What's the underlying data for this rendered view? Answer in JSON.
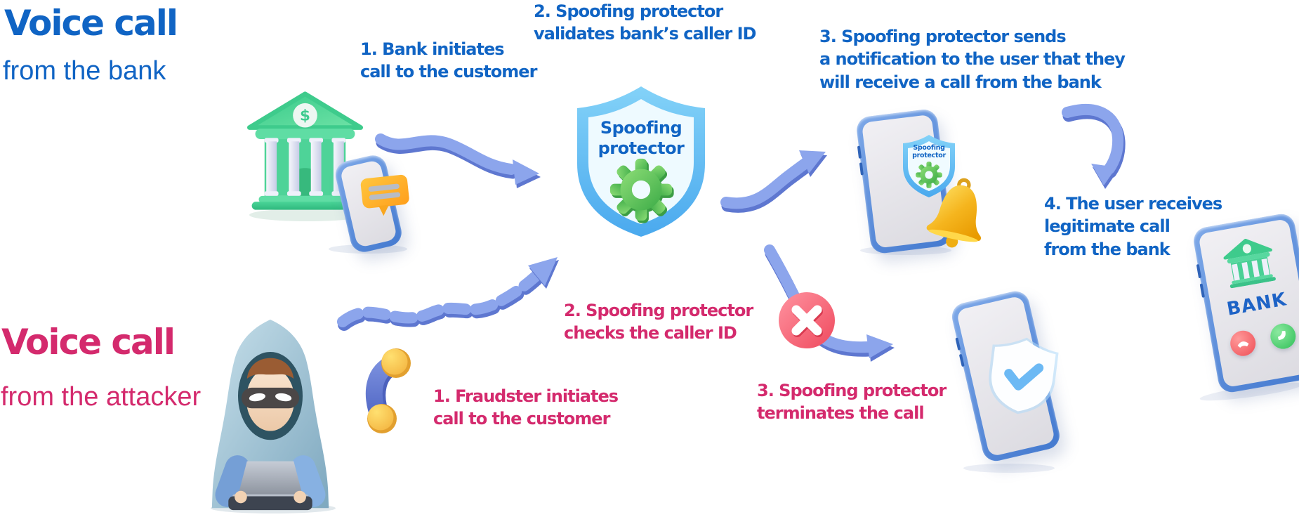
{
  "bank_flow": {
    "heading": "Voice call",
    "subheading": "from the bank",
    "steps": [
      "1. Bank initiates\ncall to the customer",
      "2. Spoofing protector\nvalidates bank’s caller ID",
      "3. Spoofing protector sends\na notification to the user that they\nwill receive a call from the bank",
      "4. The user receives\nlegitimate call\nfrom the bank"
    ]
  },
  "attacker_flow": {
    "heading": "Voice call",
    "subheading": "from the attacker",
    "steps": [
      "1. Fraudster initiates\ncall to the customer",
      "2. Spoofing protector\nchecks the caller ID",
      "3. Spoofing protector\nterminates the call"
    ]
  },
  "shield": {
    "label": "Spoofing\nprotector"
  },
  "phone_badge": {
    "label": "Spoofing\nprotector"
  },
  "bank_phone": {
    "label": "BANK"
  },
  "colors": {
    "blue-text": "#1064c4",
    "pink-text": "#d42a6d",
    "arrow-light": "#8ca5ec",
    "arrow-dark": "#5e77d0",
    "shield-blue": "#58b7f1",
    "gear-green": "#55c45a",
    "bank-green": "#4cd795",
    "phone-frame": "#4e86d8",
    "bell-yellow": "#ffc937",
    "error-red": "#f4586b",
    "check-blue": "#6cb9f4"
  }
}
